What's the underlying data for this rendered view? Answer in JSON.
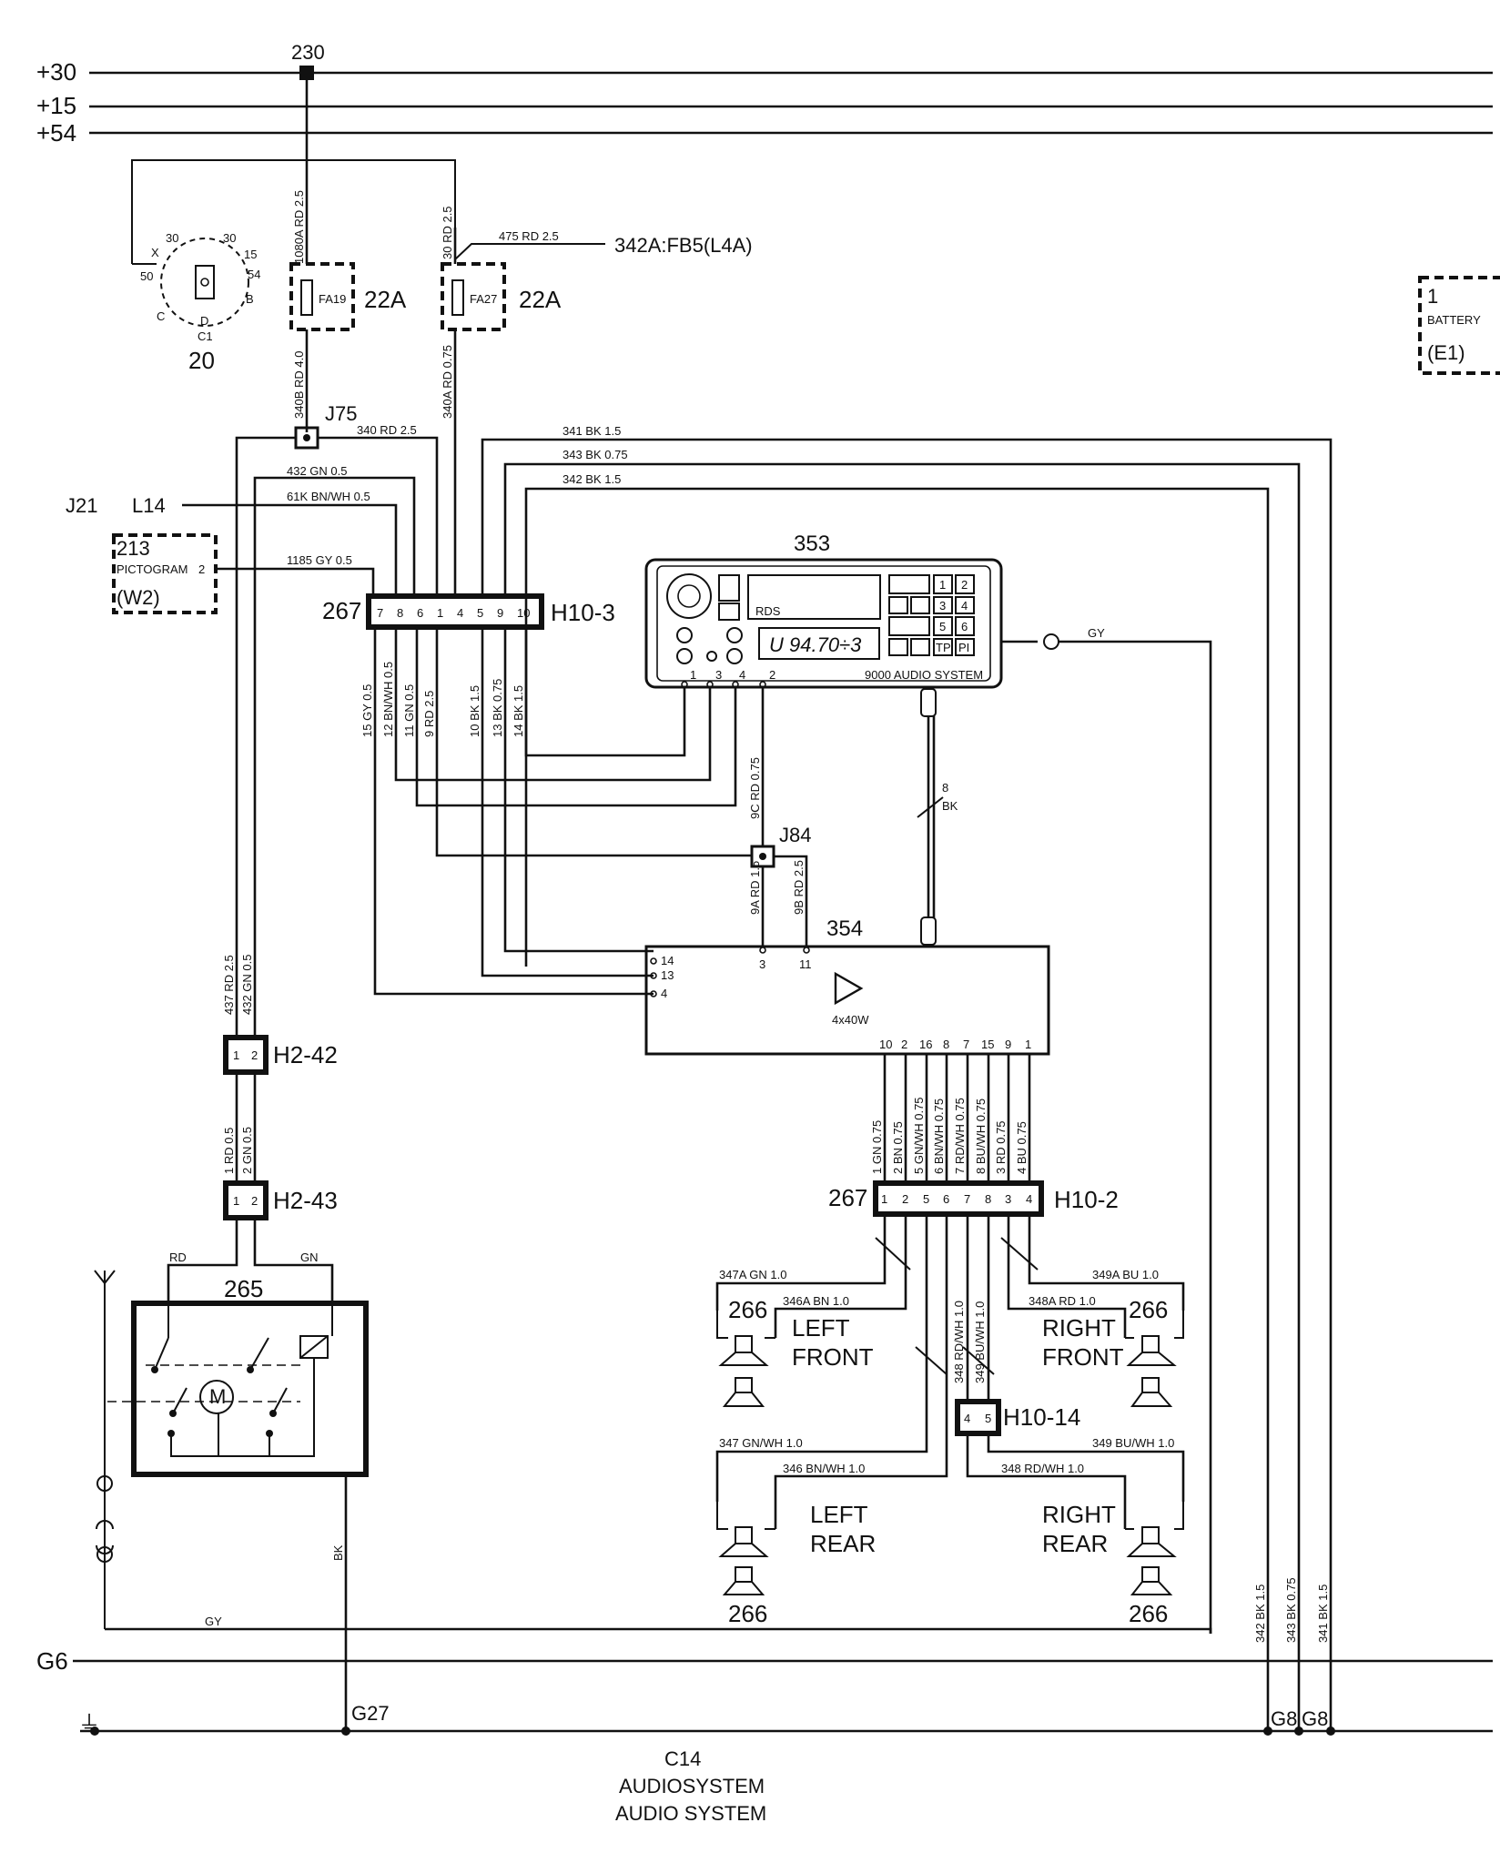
{
  "rails": {
    "r30": "+30",
    "r15": "+15",
    "r54": "+54",
    "g6": "G6"
  },
  "nodes": {
    "n230": "230",
    "j75": "J75",
    "j84": "J84",
    "j21": "J21",
    "l14": "L14",
    "g27": "G27",
    "g8": "G8"
  },
  "components": {
    "ign_switch": "20",
    "ign_c1": "C1",
    "ign_pins": [
      "X",
      "30",
      "30",
      "15",
      "54",
      "50",
      "B",
      "C",
      "D"
    ],
    "fuse_fa19": "FA19",
    "fuse_fa27": "FA27",
    "fuse_box": "22A",
    "battery_num": "1",
    "battery_text": "BATTERY",
    "battery_loc": "(E1)",
    "picto_num": "213",
    "picto_text": "PICTOGRAM",
    "picto_loc": "(W2)",
    "picto_pin": "2",
    "ref_342a": "342A:FB5(L4A)",
    "radio_num": "353",
    "radio_brand": "9000 AUDIO SYSTEM",
    "radio_rds": "RDS",
    "radio_display": "U 94.70÷3",
    "radio_keys": [
      "1",
      "2",
      "3",
      "4",
      "5",
      "6",
      "TP",
      "PI"
    ],
    "radio_pins": [
      "1",
      "3",
      "4",
      "2"
    ],
    "amp_num": "354",
    "amp_power": "4x40W",
    "amp_left_pins": [
      "14",
      "13",
      "4"
    ],
    "amp_top_pins": [
      "3",
      "11"
    ],
    "amp_bottom_pins": [
      "10",
      "2",
      "16",
      "8",
      "7",
      "15",
      "9",
      "1"
    ],
    "conn_267": "267",
    "h10_3": "H10-3",
    "h10_2": "H10-2",
    "h10_14": "H10-14",
    "h2_42": "H2-42",
    "h2_43": "H2-43",
    "h10_3_pins": [
      "7",
      "8",
      "6",
      "1",
      "4",
      "5",
      "9",
      "10"
    ],
    "h10_2_pins": [
      "1",
      "2",
      "5",
      "6",
      "7",
      "8",
      "3",
      "4"
    ],
    "h10_14_pins": [
      "4",
      "5"
    ],
    "h2_pins": [
      "1",
      "2"
    ],
    "antenna_num": "265",
    "motor": "M",
    "rd": "RD",
    "gn": "GN",
    "speaker": "266",
    "lf": [
      "LEFT",
      "FRONT"
    ],
    "rf": [
      "RIGHT",
      "FRONT"
    ],
    "lr": [
      "LEFT",
      "REAR"
    ],
    "rr": [
      "RIGHT",
      "REAR"
    ]
  },
  "wires": {
    "w1080a": "1080A RD 2.5",
    "w30": "30 RD 2.5",
    "w475": "475 RD 2.5",
    "w340b": "340B RD 4.0",
    "w340a": "340A RD 0.75",
    "w340": "340 RD 2.5",
    "w341": "341 BK 1.5",
    "w343": "343 BK 0.75",
    "w342": "342 BK 1.5",
    "w432": "432 GN 0.5",
    "w61k": "61K BN/WH 0.5",
    "w1185": "1185 GY 0.5",
    "v15": "15 GY 0.5",
    "v12": "12 BN/WH 0.5",
    "v11": "11 GN 0.5",
    "v9": "9 RD 2.5",
    "v10": "10 BK 1.5",
    "v13": "13 BK 0.75",
    "v14": "14 BK 1.5",
    "w9c": "9C RD 0.75",
    "w9a": "9A RD 1.5",
    "w9b": "9B RD 2.5",
    "w8": "8",
    "w8bk": "BK",
    "wgy": "GY",
    "w437": "437 RD 2.5",
    "w432b": "432 GN 0.5",
    "w1": "1 RD 0.5",
    "w2": "2 GN 0.5",
    "o1": "1 GN 0.75",
    "o2": "2 BN 0.75",
    "o5": "5 GN/WH 0.75",
    "o6": "6 BN/WH 0.75",
    "o7": "7 RD/WH 0.75",
    "o8": "8 BU/WH 0.75",
    "o3": "3 RD 0.75",
    "o4": "4 BU 0.75",
    "w347a": "347A GN 1.0",
    "w346a": "346A BN 1.0",
    "w349a": "349A BU 1.0",
    "w348a": "348A RD 1.0",
    "w348": "348 RD/WH 1.0",
    "w349v": "349 BU/WH 1.0",
    "w347": "347 GN/WH 1.0",
    "w346": "346 BN/WH 1.0",
    "w349": "349 BU/WH 1.0",
    "w348b": "348 RD/WH 1.0",
    "g342": "342 BK 1.5",
    "g343": "343 BK 0.75",
    "g341": "341 BK 1.5",
    "wbk": "BK",
    "wgy2": "GY"
  },
  "footer": {
    "code": "C14",
    "line1": "AUDIOSYSTEM",
    "line2": "AUDIO SYSTEM"
  }
}
